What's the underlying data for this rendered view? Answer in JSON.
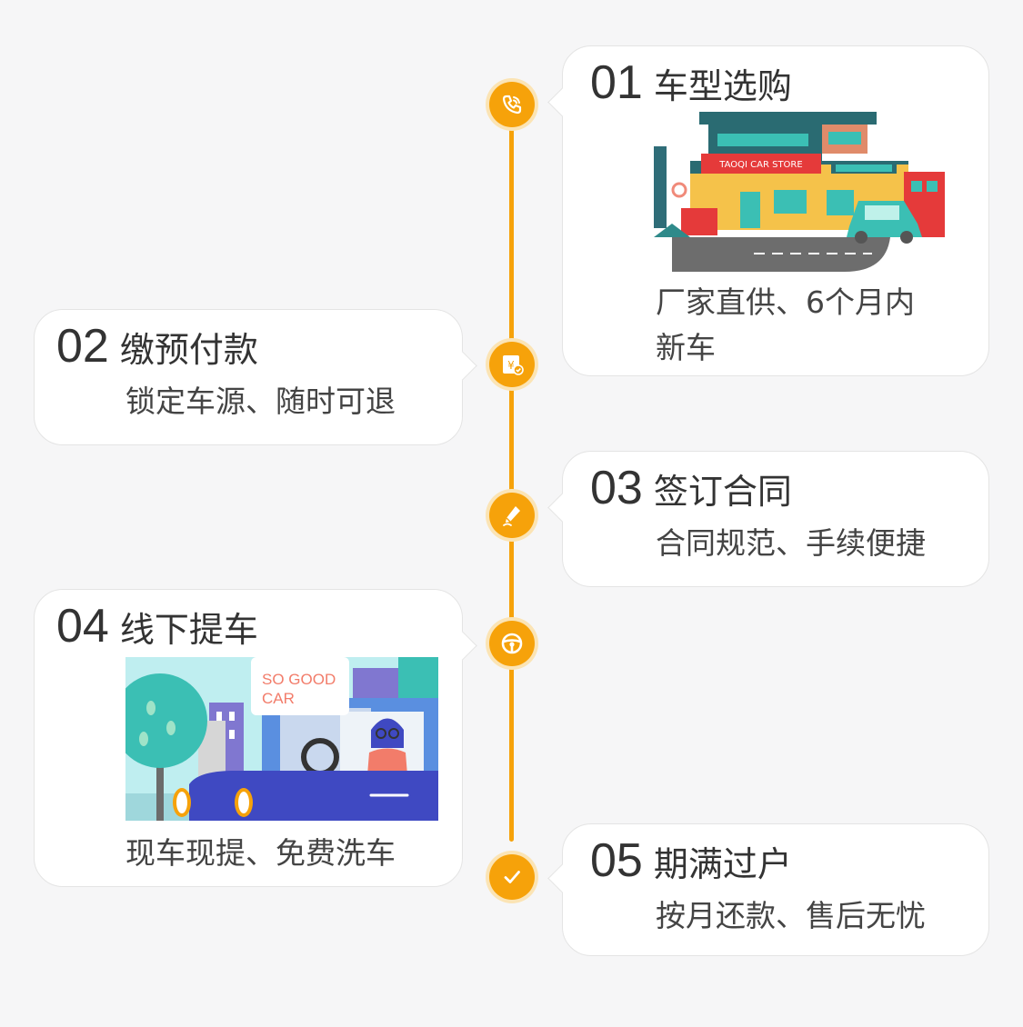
{
  "accent": "#f6a20a",
  "steps": [
    {
      "num": "01",
      "title": "车型选购",
      "desc": [
        "厂家直供、6个月内",
        "新车"
      ],
      "icon": "phone-icon"
    },
    {
      "num": "02",
      "title": "缴预付款",
      "desc": [
        "锁定车源、随时可退"
      ],
      "icon": "payment-icon"
    },
    {
      "num": "03",
      "title": "签订合同",
      "desc": [
        "合同规范、手续便捷"
      ],
      "icon": "pen-icon"
    },
    {
      "num": "04",
      "title": "线下提车",
      "desc": [
        "现车现提、免费洗车"
      ],
      "icon": "steering-wheel-icon"
    },
    {
      "num": "05",
      "title": "期满过户",
      "desc": [
        "按月还款、售后无忧"
      ],
      "icon": "check-icon"
    }
  ],
  "illustrations": {
    "store_sign": "TAOQI CAR STORE",
    "speech_bubble": [
      "SO GOOD",
      "CAR"
    ]
  }
}
